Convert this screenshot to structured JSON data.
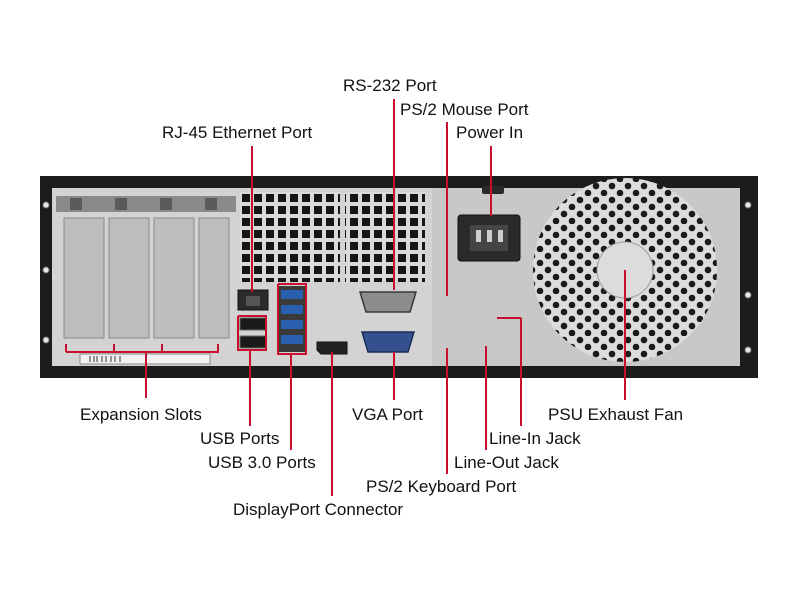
{
  "labels": {
    "rs232": "RS-232 Port",
    "ps2_mouse": "PS/2 Mouse Port",
    "power_in": "Power In",
    "rj45": "RJ-45 Ethernet Port",
    "expansion": "Expansion Slots",
    "vga": "VGA Port",
    "psu_fan": "PSU Exhaust Fan",
    "usb": "USB Ports",
    "line_in": "Line-In Jack",
    "usb3": "USB 3.0 Ports",
    "line_out": "Line-Out Jack",
    "ps2_keyboard": "PS/2 Keyboard Port",
    "displayport": "DisplayPort Connector"
  },
  "colors": {
    "callout": "#c8102e",
    "chassis_frame": "#1c1c1c",
    "panel": "#d3d3d3",
    "usb3_blue": "#2a5fb0",
    "vga_blue": "#34508f",
    "ps2_green": "#5f9e3e",
    "ps2_purple": "#6d4f8d",
    "text": "#111111"
  }
}
